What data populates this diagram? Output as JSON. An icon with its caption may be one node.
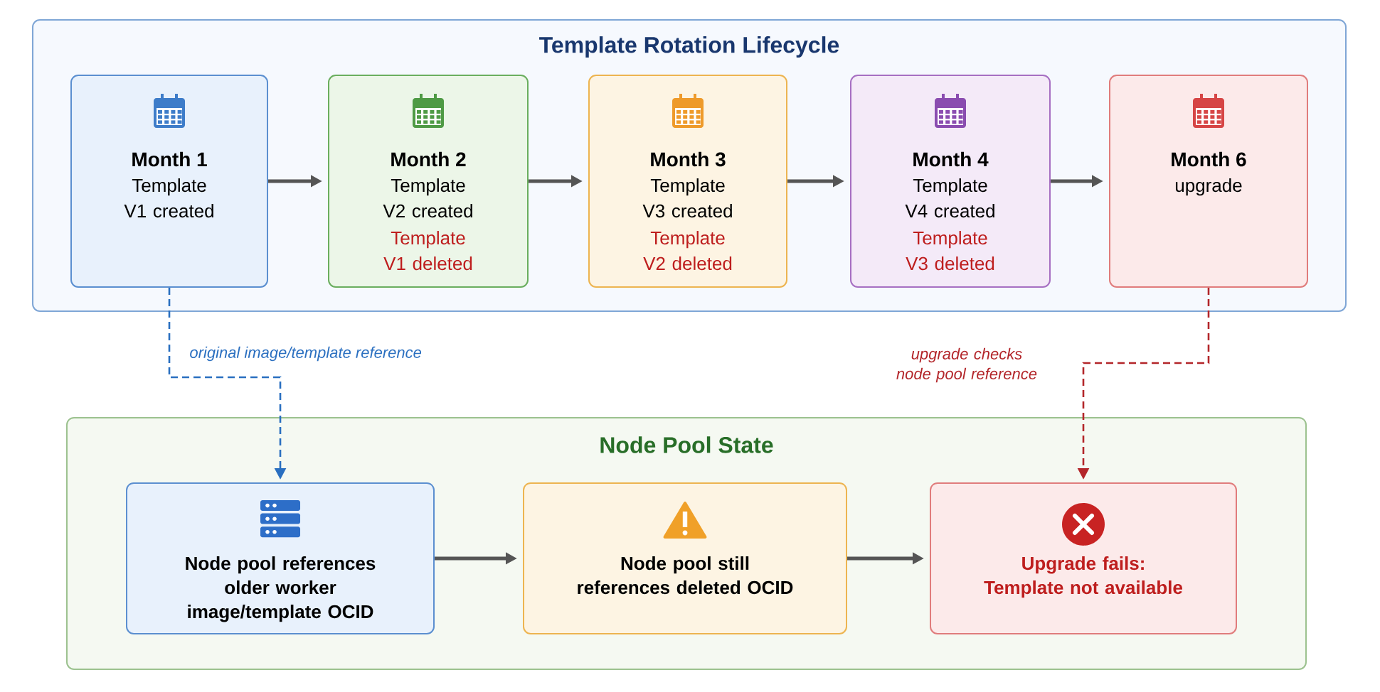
{
  "diagram": {
    "nodes": [
      {
        "text": [
          "Template Rotation Lifecycle"
        ]
      },
      {
        "text": [
          "Month 1",
          "Template V1 created"
        ],
        "in": 0
      },
      {
        "text": [
          "Month 2",
          "Template V2 created",
          "Template V1 deleted"
        ],
        "in": 0
      },
      {
        "text": [
          "Month 3",
          "Template V3 created",
          "Template V2 deleted"
        ],
        "in": 0
      },
      {
        "text": [
          "Month 4",
          "Template V4 created",
          "Template V3 deleted"
        ],
        "in": 0
      },
      {
        "text": [
          "Month 6",
          "upgrade"
        ],
        "in": 0
      },
      {
        "text": [
          "Node Pool State"
        ]
      },
      {
        "text": [
          "Node pool references older worker image/template OCID"
        ],
        "in": 6
      },
      {
        "text": [
          "Node pool still references deleted OCID"
        ],
        "in": 6
      },
      {
        "text": [
          "Upgrade fails: Template not available"
        ],
        "in": 6
      }
    ],
    "edges": [
      {
        "from": 1,
        "to": 2,
        "arrow": "to"
      },
      {
        "from": 2,
        "to": 3,
        "arrow": "to"
      },
      {
        "from": 3,
        "to": 4,
        "arrow": "to"
      },
      {
        "from": 4,
        "to": 5,
        "arrow": "to"
      },
      {
        "from": 1,
        "to": 7,
        "arrow": "to",
        "label": "original image/template reference",
        "style": "dashed",
        "color": "#2a6fc0"
      },
      {
        "from": 5,
        "to": 9,
        "arrow": "to",
        "label": "upgrade checks node pool reference",
        "style": "dashed",
        "color": "#b3262a"
      },
      {
        "from": 7,
        "to": 8,
        "arrow": "to"
      },
      {
        "from": 8,
        "to": 9,
        "arrow": "to"
      }
    ]
  }
}
